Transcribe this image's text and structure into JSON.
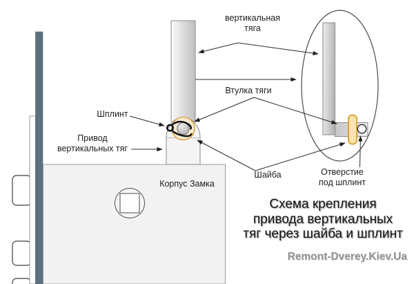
{
  "diagram": {
    "labels": {
      "vertical_rod_line1": "вертикальная",
      "vertical_rod_line2": "тяга",
      "rod_sleeve": "Втулка тяги",
      "cotter_pin": "Шплинт",
      "drive_line1": "Привод",
      "drive_line2": "вертикальных тяг",
      "lock_body": "Корпус Замка",
      "washer": "Шайба",
      "hole_line1": "Отверстие",
      "hole_line2": "под шплинт"
    },
    "title": {
      "line1": "Схема крепления",
      "line2": "привода вертикальных",
      "line3": "тяг через шайба и шплинт"
    },
    "watermark": "Remont-Dverey.Kiev.Ua",
    "colors": {
      "door_edge_bar": "#5d7080",
      "washer_fill": "#f7ead0",
      "washer_border": "#dca74a",
      "side_washer_fill": "#fce4ac",
      "side_washer_border": "#d9a441",
      "cotter_pin_color": "#111111",
      "line_color": "#2b2b2b",
      "lock_body_fill": "#f2f2f2"
    }
  }
}
